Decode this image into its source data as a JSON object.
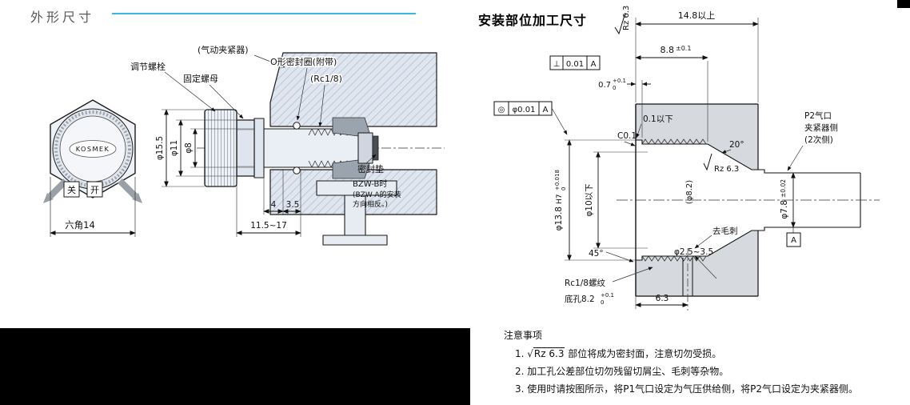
{
  "left_panel": {
    "title": "外形尺寸",
    "front_view": {
      "brand": "KOSMEK",
      "close": "关",
      "open": "开",
      "hex": "六角14"
    },
    "labels": {
      "adjust_bolt": "调节螺栓",
      "lock_nut": "固定螺母",
      "pneumatic_clamp": "(气动夹紧器)",
      "o_ring": "O形密封圈(附带)",
      "rc18": "(Rc1/8)",
      "seal": "密封垫",
      "bzw_line1": "BZW-B时",
      "bzw_line2": "(BZW-A的安装",
      "bzw_line3": "方向相反。)"
    },
    "dims": {
      "d155": "φ15.5",
      "d11": "φ11",
      "d8": "φ8",
      "n4": "4",
      "n35": "3.5",
      "range": "11.5~17"
    }
  },
  "right_panel": {
    "title": "安装部位加工尺寸",
    "dims": {
      "rz_top": "Rz 6.3",
      "d148": "14.8以上",
      "d88": "8.8",
      "d88_tol": "±0.1",
      "d07": "0.7",
      "d07_sup": "+0.1",
      "d07_sub": "0",
      "perp_sym": "⊥",
      "perp_val": "0.01",
      "perp_datum": "A",
      "conc_sym": "◎",
      "conc_val": "φ0.01",
      "conc_datum": "A",
      "step_max": "0.1以下",
      "c01": "C0.1",
      "d138": "φ13.8",
      "d138_fit": "H7",
      "d138_sup": "+0.018",
      "d138_sub": "0",
      "d10max": "φ10以下",
      "d82": "(φ8.2)",
      "ang20": "20°",
      "rz_mid": "Rz 6.3",
      "d78": "φ7.8",
      "d78_tol": "±0.02",
      "p2_line1": "P2气口",
      "p2_line2": "夹紧器侧",
      "p2_line3": "(2次侧)",
      "deburr": "去毛刺",
      "datum_a": "A",
      "ang45": "45°",
      "cross_hole": "φ2.5~3.5",
      "rc18_thread": "Rc1/8螺纹",
      "pilot": "底孔8.2",
      "pilot_sup": "+0.1",
      "pilot_sub": "0",
      "d63": "6.3"
    },
    "notes": {
      "title": "注意事项",
      "rough_sym": "√",
      "item1_prefix": "1. ",
      "item1_mark": "Rz 6.3",
      "item1_text": " 部位将成为密封面，注意切勿受损。",
      "item2": "2. 加工孔公差部位切勿残留切屑尘、毛刺等杂物。",
      "item3": "3. 使用时请按图所示，将P1气口设定为气压供给侧，将P2气口设定为夹紧器侧。"
    }
  },
  "colors": {
    "accent_line": "#3eb7e8",
    "title_gray": "#595959",
    "part_fill": "#dfe6f0",
    "material_gray": "#d6dade",
    "arrow_gray": "#9aa0a6"
  }
}
